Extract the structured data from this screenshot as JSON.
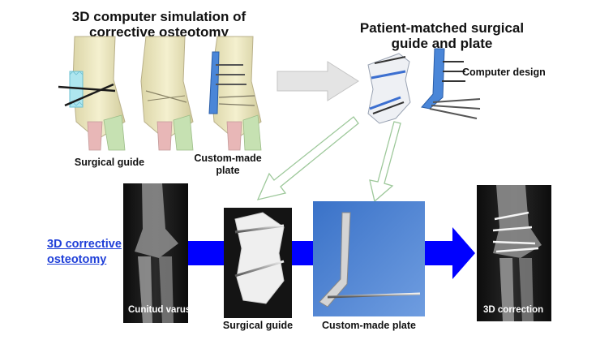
{
  "top_left": {
    "title_line1": "3D computer simulation of",
    "title_line2": "corrective osteotomy",
    "caption_guide": "Surgical guide",
    "caption_plate_line1": "Custom-made",
    "caption_plate_line2": "plate"
  },
  "top_right": {
    "title_line1": "Patient-matched surgical",
    "title_line2": "guide and plate",
    "computer_design_label": "Computer design"
  },
  "bottom": {
    "procedure_link_line1": "3D corrective",
    "procedure_link_line2": "osteotomy",
    "xray_pre_label": "Cunitud varus",
    "xray_post_label": "3D correction",
    "caption_guide": "Surgical guide",
    "caption_plate": "Custom-made plate"
  },
  "colors": {
    "flow_arrow": "#0000ff",
    "gray_arrow_fill": "#e4e4e4",
    "green_arrow_outline": "#9dc89a",
    "link_text": "#1f3fd8",
    "guide_model": "#aee6ef",
    "plate_model": "#4a86d8"
  }
}
